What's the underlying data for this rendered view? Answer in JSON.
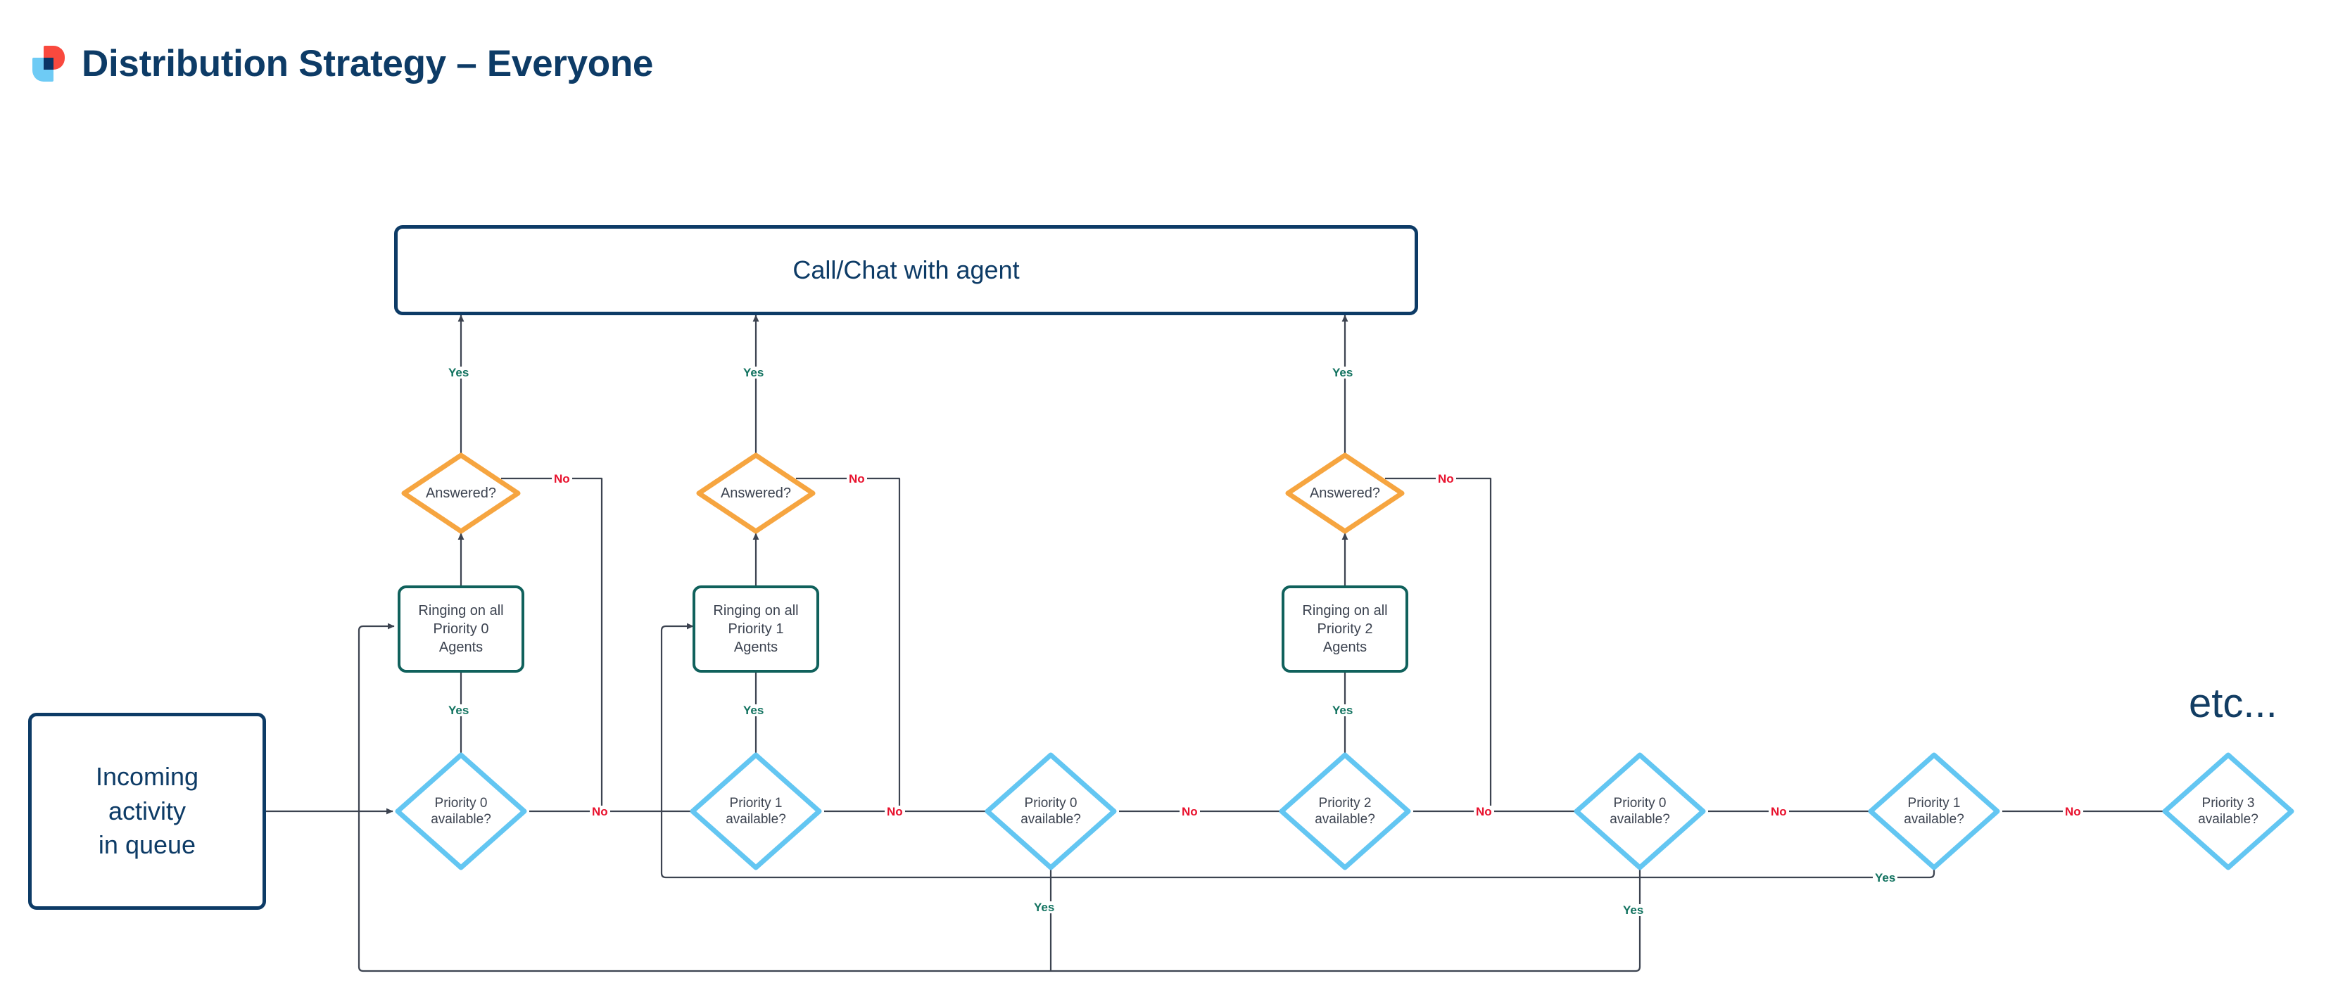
{
  "header": {
    "title": "Distribution Strategy – Everyone",
    "logo_icon": "rainbow-square-logo"
  },
  "colors": {
    "title_navy": "#0d3b66",
    "terminator_border": "#0d3b66",
    "process_border": "#10615c",
    "answered_diamond_border": "#f6a540",
    "priority_diamond_border": "#63c6f2",
    "yes_label": "#11725f",
    "no_label": "#e8112d",
    "connector": "#3c4350",
    "logo_red": "#f9493e",
    "logo_blue": "#6ecbf5",
    "logo_navy": "#0b3566"
  },
  "diagram": {
    "type": "flowchart",
    "title": "Distribution Strategy – Everyone",
    "etc_label": "etc...",
    "nodes": [
      {
        "id": "start",
        "kind": "terminator",
        "label": "Incoming\nactivity\nin queue",
        "line1": "Incoming",
        "line2": "activity",
        "line3": "in queue"
      },
      {
        "id": "top",
        "kind": "terminator",
        "label": "Call/Chat with agent"
      },
      {
        "id": "ring0",
        "kind": "process",
        "label": "Ringing on all Priority 0 Agents",
        "line1": "Ringing on all",
        "line2": "Priority 0",
        "line3": "Agents"
      },
      {
        "id": "ring1",
        "kind": "process",
        "label": "Ringing on all Priority 1 Agents",
        "line1": "Ringing on all",
        "line2": "Priority 1",
        "line3": "Agents"
      },
      {
        "id": "ring2",
        "kind": "process",
        "label": "Ringing on all Priority 2 Agents",
        "line1": "Ringing on all",
        "line2": "Priority 2",
        "line3": "Agents"
      },
      {
        "id": "ans0",
        "kind": "decision-answered",
        "label": "Answered?"
      },
      {
        "id": "ans1",
        "kind": "decision-answered",
        "label": "Answered?"
      },
      {
        "id": "ans2",
        "kind": "decision-answered",
        "label": "Answered?"
      },
      {
        "id": "p0a",
        "kind": "decision-priority",
        "label": "Priority 0 available?",
        "line1": "Priority 0",
        "line2": "available?"
      },
      {
        "id": "p1a",
        "kind": "decision-priority",
        "label": "Priority 1 available?",
        "line1": "Priority 1",
        "line2": "available?"
      },
      {
        "id": "p0b",
        "kind": "decision-priority",
        "label": "Priority 0 available?",
        "line1": "Priority 0",
        "line2": "available?"
      },
      {
        "id": "p2a",
        "kind": "decision-priority",
        "label": "Priority 2 available?",
        "line1": "Priority 2",
        "line2": "available?"
      },
      {
        "id": "p0c",
        "kind": "decision-priority",
        "label": "Priority 0 available?",
        "line1": "Priority 0",
        "line2": "available?"
      },
      {
        "id": "p1b",
        "kind": "decision-priority",
        "label": "Priority 1 available?",
        "line1": "Priority 1",
        "line2": "available?"
      },
      {
        "id": "p3a",
        "kind": "decision-priority",
        "label": "Priority 3 available?",
        "line1": "Priority 3",
        "line2": "available?"
      }
    ],
    "edge_labels": {
      "yes": "Yes",
      "no": "No"
    },
    "edges": [
      {
        "from": "start",
        "to": "p0a",
        "label": ""
      },
      {
        "from": "p0a",
        "to": "ring0",
        "label": "Yes"
      },
      {
        "from": "p0a",
        "to": "p1a",
        "label": "No"
      },
      {
        "from": "ring0",
        "to": "ans0",
        "label": ""
      },
      {
        "from": "ans0",
        "to": "top",
        "label": "Yes"
      },
      {
        "from": "ans0",
        "to": "p1a",
        "label": "No"
      },
      {
        "from": "p1a",
        "to": "ring1",
        "label": "Yes"
      },
      {
        "from": "p1a",
        "to": "p0b",
        "label": "No"
      },
      {
        "from": "ring1",
        "to": "ans1",
        "label": ""
      },
      {
        "from": "ans1",
        "to": "top",
        "label": "Yes"
      },
      {
        "from": "ans1",
        "to": "p0b",
        "label": "No"
      },
      {
        "from": "p0b",
        "to": "ring0",
        "label": "Yes"
      },
      {
        "from": "p0b",
        "to": "p2a",
        "label": "No"
      },
      {
        "from": "p2a",
        "to": "ring2",
        "label": "Yes"
      },
      {
        "from": "p2a",
        "to": "p0c",
        "label": "No"
      },
      {
        "from": "ring2",
        "to": "ans2",
        "label": ""
      },
      {
        "from": "ans2",
        "to": "top",
        "label": "Yes"
      },
      {
        "from": "ans2",
        "to": "p0c",
        "label": "No"
      },
      {
        "from": "p0c",
        "to": "ring0",
        "label": "Yes"
      },
      {
        "from": "p0c",
        "to": "p1b",
        "label": "No"
      },
      {
        "from": "p1b",
        "to": "ring1",
        "label": "Yes"
      },
      {
        "from": "p1b",
        "to": "p3a",
        "label": "No"
      }
    ]
  }
}
